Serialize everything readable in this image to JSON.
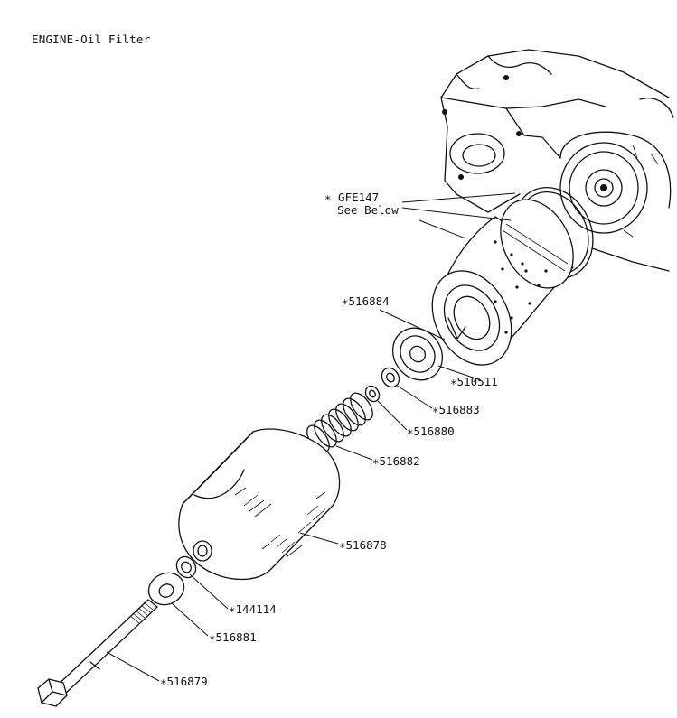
{
  "diagram": {
    "title": "ENGINE-Oil Filter",
    "callouts": [
      {
        "id": "GFE147",
        "lines": [
          "∗ GFE147",
          "See Below"
        ]
      },
      {
        "id": "516884",
        "lines": [
          "∗516884"
        ]
      },
      {
        "id": "510511",
        "lines": [
          "∗510511"
        ]
      },
      {
        "id": "516883",
        "lines": [
          "∗516883"
        ]
      },
      {
        "id": "516880",
        "lines": [
          "∗516880"
        ]
      },
      {
        "id": "516882",
        "lines": [
          "∗516882"
        ]
      },
      {
        "id": "516878",
        "lines": [
          "∗516878"
        ]
      },
      {
        "id": "144114",
        "lines": [
          "∗144114"
        ]
      },
      {
        "id": "516881",
        "lines": [
          "∗516881"
        ]
      },
      {
        "id": "516879",
        "lines": [
          "∗516879"
        ]
      }
    ]
  }
}
